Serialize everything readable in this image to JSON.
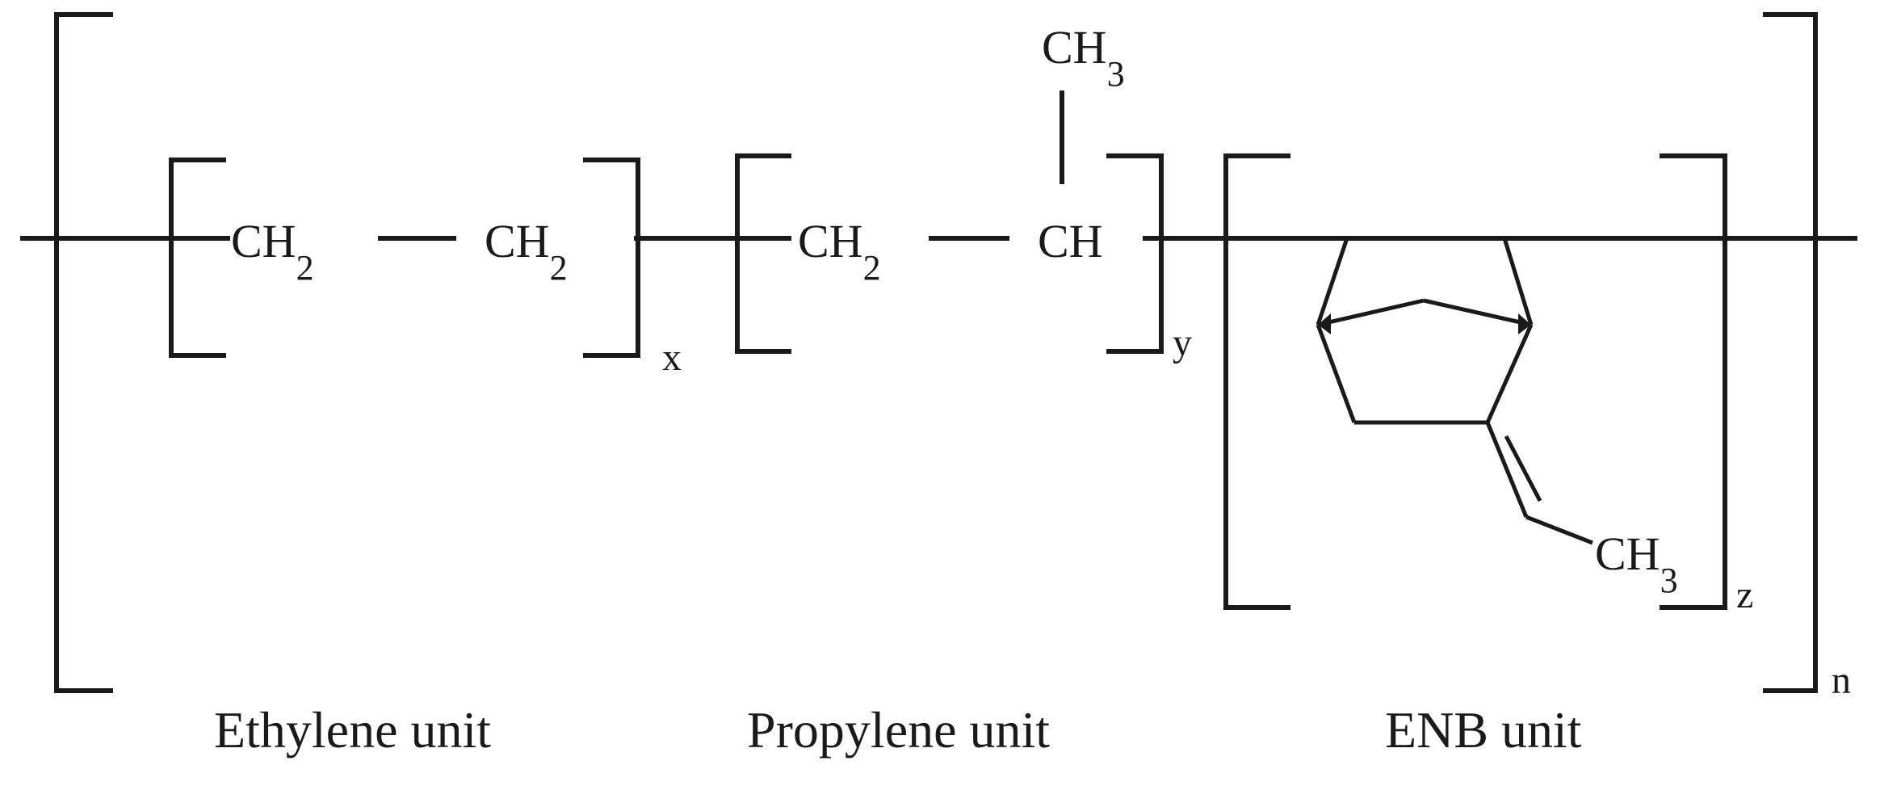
{
  "structure": {
    "ethylene": {
      "group_1": {
        "base": "CH",
        "subscript": "2"
      },
      "group_2": {
        "base": "CH",
        "subscript": "2"
      },
      "repeat_index": "x",
      "label": "Ethylene unit"
    },
    "propylene": {
      "group_1": {
        "base": "CH",
        "subscript": "2"
      },
      "group_2": {
        "base": "CH",
        "subscript": ""
      },
      "side_group": {
        "base": "CH",
        "subscript": "3"
      },
      "repeat_index": "y",
      "label": "Propylene unit"
    },
    "enb": {
      "side_group": {
        "base": "CH",
        "subscript": "3"
      },
      "repeat_index": "z",
      "label": "ENB unit"
    },
    "outer_repeat_index": "n"
  }
}
